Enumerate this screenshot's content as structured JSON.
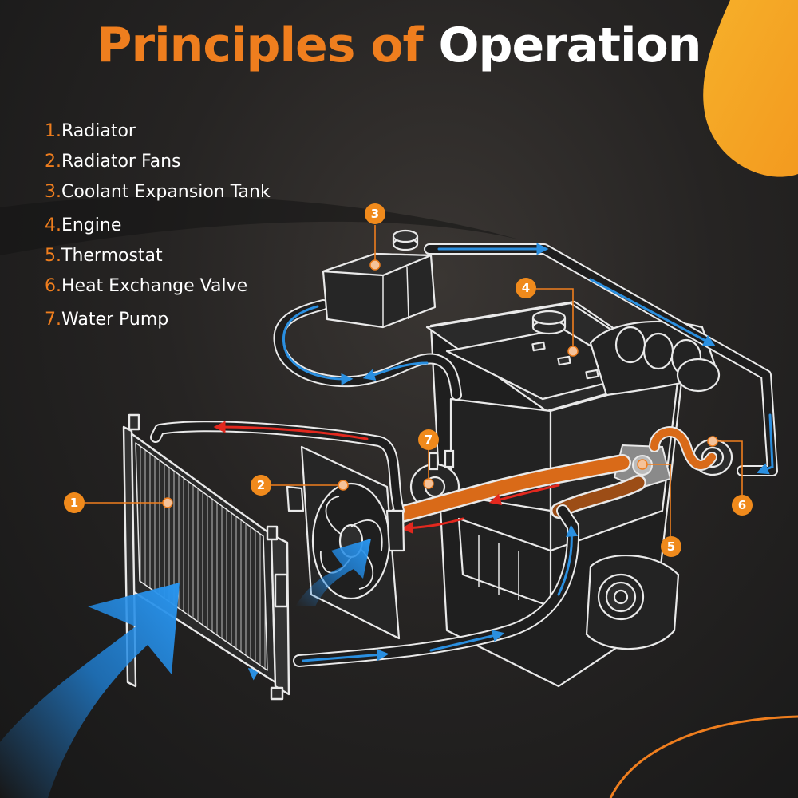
{
  "title": {
    "part1": "Principles of",
    "part2": "Operation"
  },
  "components": [
    {
      "num": "1.",
      "label": "Radiator"
    },
    {
      "num": "2.",
      "label": "Radiator Fans"
    },
    {
      "num": "3.",
      "label": "Coolant Expansion Tank"
    },
    {
      "num": "4.",
      "label": "Engine"
    },
    {
      "num": "5.",
      "label": "Thermostat"
    },
    {
      "num": "6.",
      "label": "Heat Exchange Valve"
    },
    {
      "num": "7.",
      "label": "Water Pump"
    }
  ],
  "callouts": [
    "1",
    "2",
    "3",
    "4",
    "5",
    "6",
    "7"
  ],
  "colors": {
    "accent": "#ef7e1e",
    "cold_flow": "#2a8fe0",
    "hot_flow": "#e2281e",
    "outline": "#e9e9e9"
  }
}
